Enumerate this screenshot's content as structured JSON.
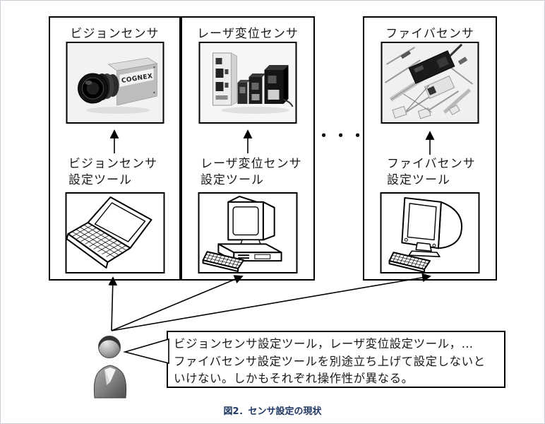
{
  "figure": {
    "caption": "図2．センサ設定の現状",
    "ellipsis": "・・・"
  },
  "panels": [
    {
      "sensor_label": "ビジョンセンサ",
      "tool_label_line1": "ビジョンセンサ",
      "tool_label_line2": "設定ツール",
      "photo_icon": "vision-sensor-camera-photo",
      "camera_brand": "COGNEX",
      "computer_icon": "laptop-line-art"
    },
    {
      "sensor_label": "レーザ変位センサ",
      "tool_label_line1": "レーザ変位センサ",
      "tool_label_line2": "設定ツール",
      "photo_icon": "laser-displacement-sensor-photo",
      "computer_icon": "desktop-pc-line-art"
    },
    {
      "sensor_label": "ファイバセンサ",
      "tool_label_line1": "ファイバセンサ",
      "tool_label_line2": "設定ツール",
      "photo_icon": "fiber-sensor-photo",
      "computer_icon": "crt-monitor-line-art"
    }
  ],
  "speech_bubble": {
    "line1": "ビジョンセンサ設定ツール，レーザ変位設定ツール，…",
    "line2": "ファイバセンサ設定ツールを別途立ち上げて設定しないと",
    "line3": "いけない。しかもそれぞれ操作性が異なる。"
  },
  "colors": {
    "caption_text": "#1F3864",
    "diagram_line": "#000000",
    "page_border": "#C9CFD8"
  }
}
